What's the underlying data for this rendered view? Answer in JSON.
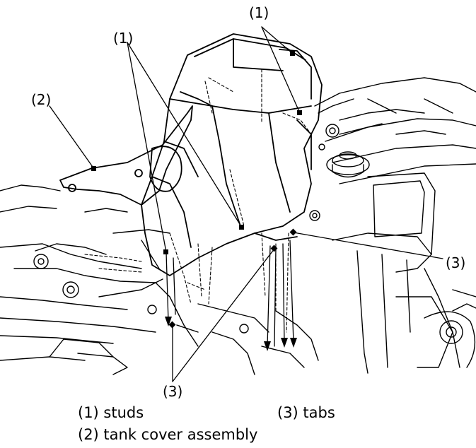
{
  "callouts": {
    "studs_label_left": "(1)",
    "studs_label_right": "(1)",
    "cover_label": "(2)",
    "tabs_label_right": "(3)",
    "tabs_label_bottom": "(3)"
  },
  "legend": {
    "studs": "(1) studs",
    "tabs": "(3) tabs",
    "cover": "(2) tank cover assembly"
  }
}
